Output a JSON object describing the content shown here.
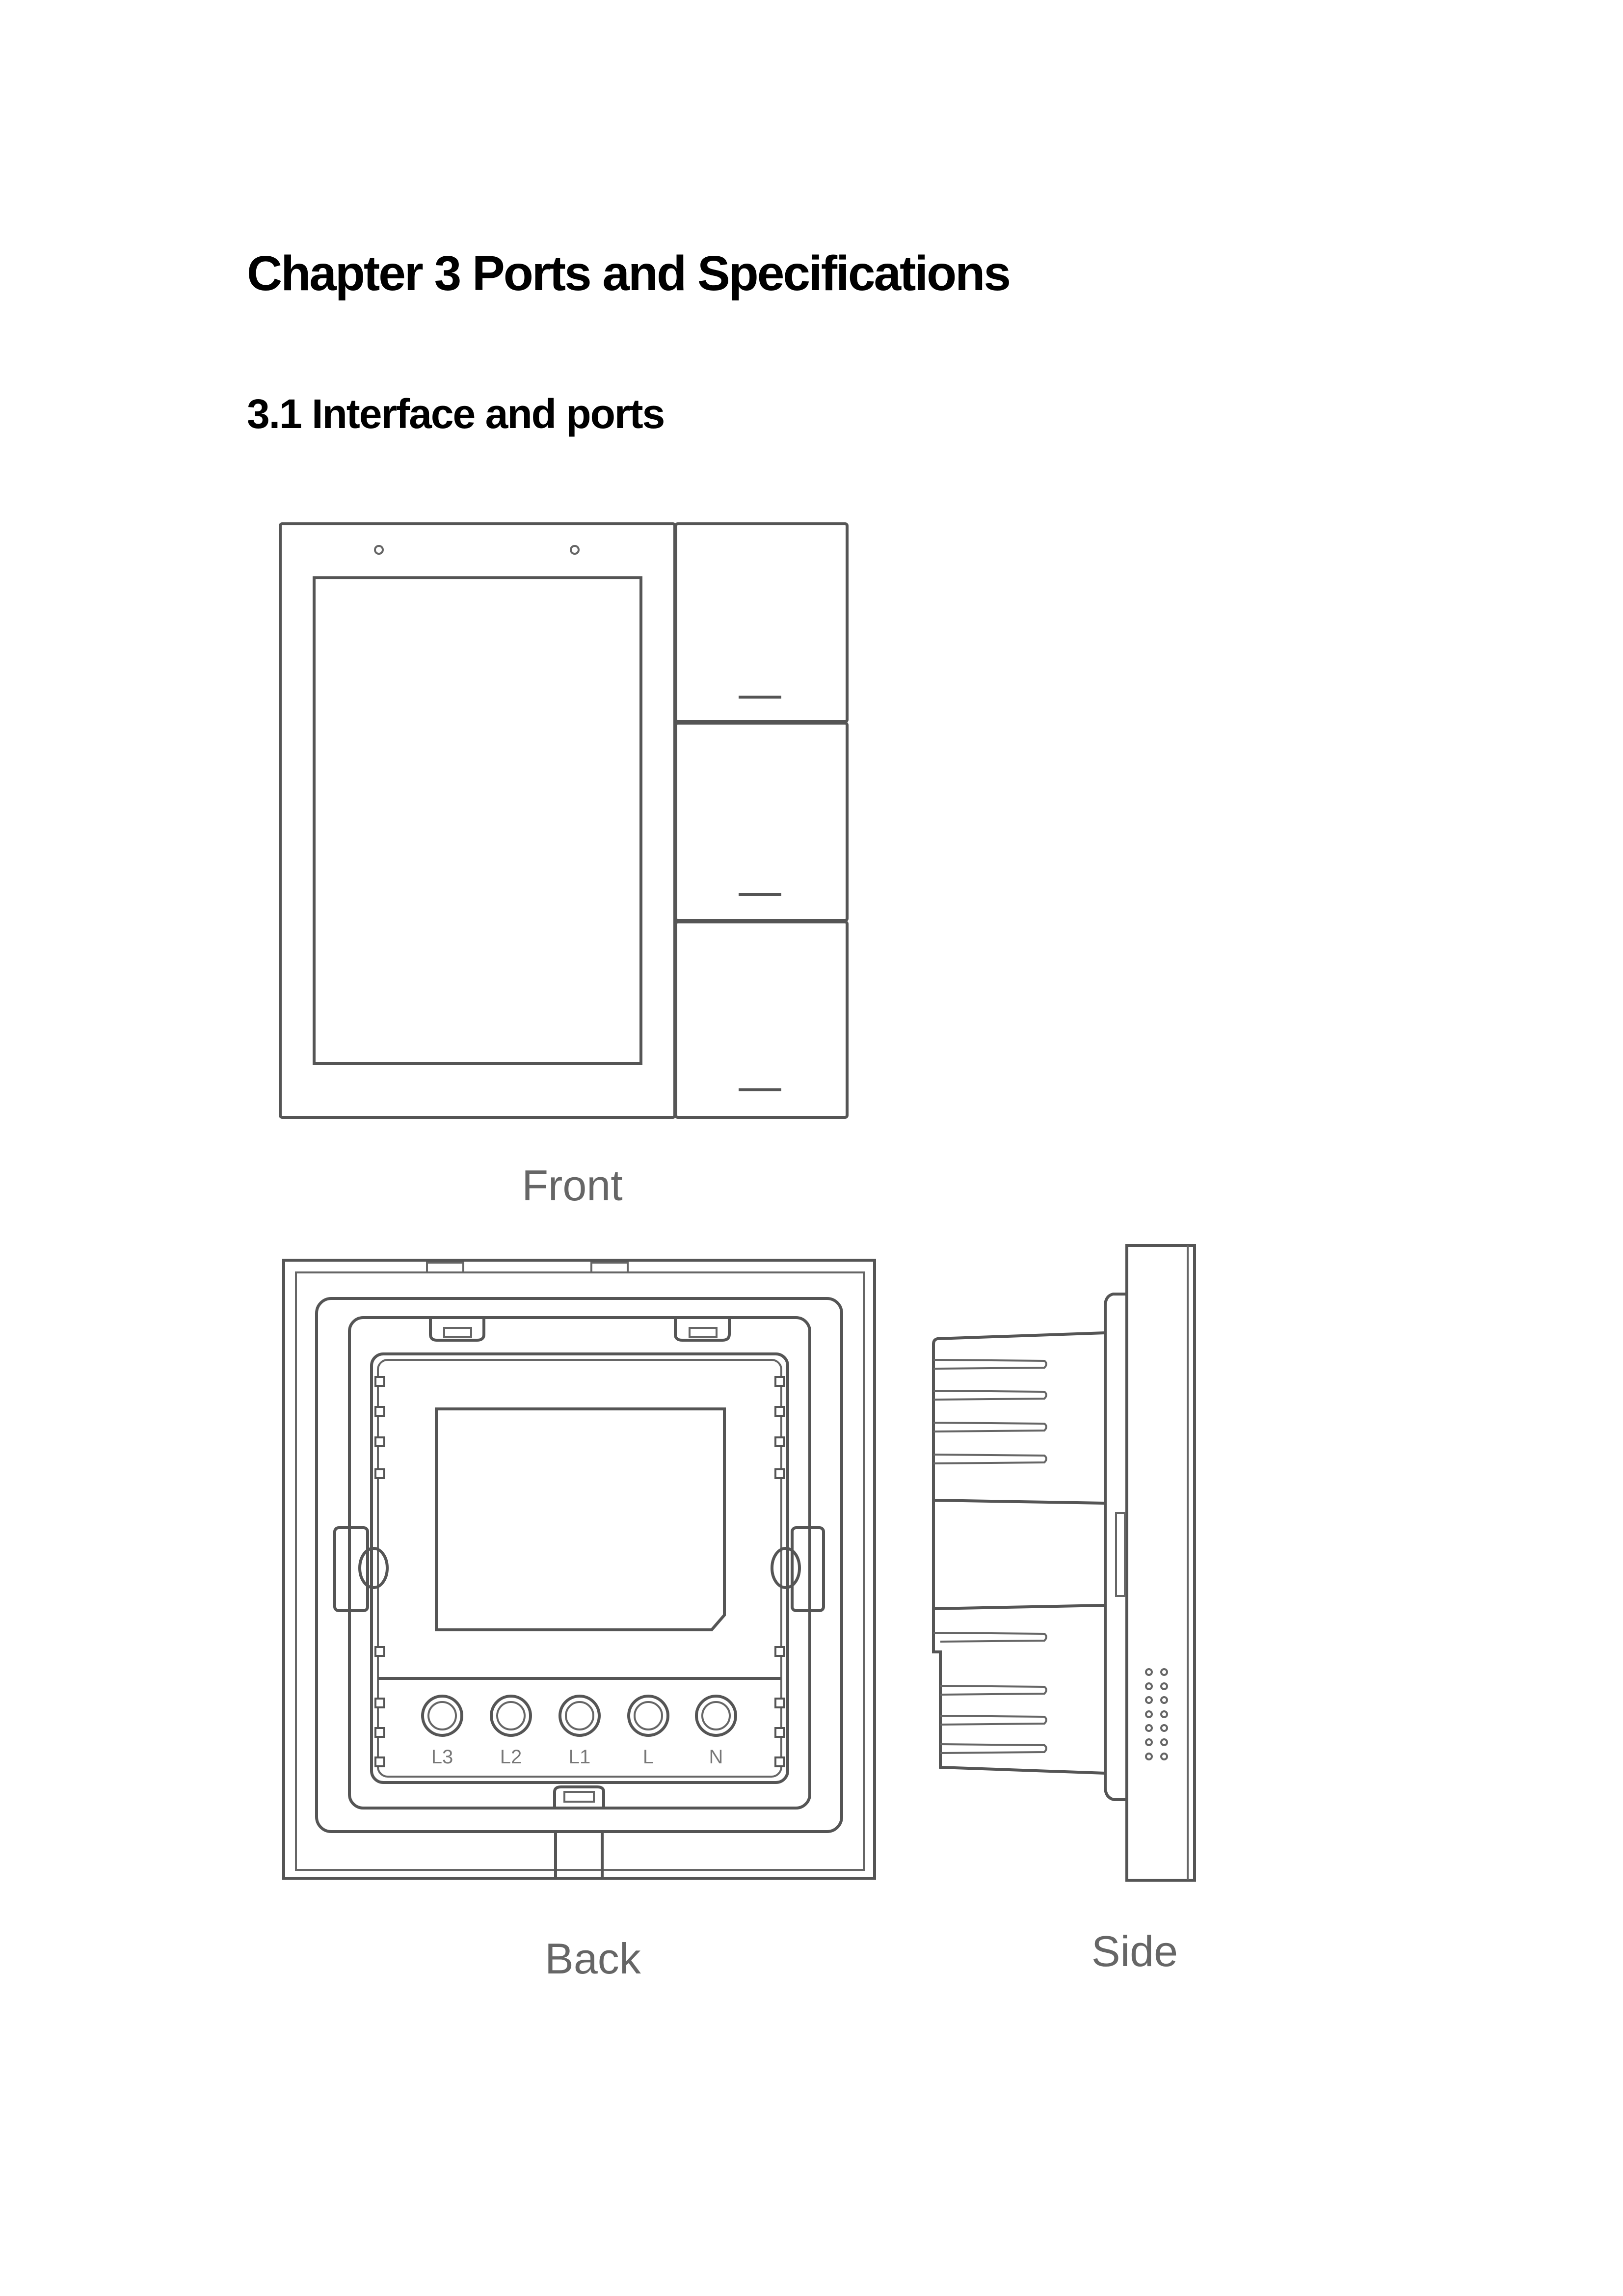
{
  "chapter_title": "Chapter 3 Ports and Specifications",
  "section_title": "3.1 Interface and ports",
  "figures": {
    "front_label": "Front",
    "back_label": "Back",
    "side_label": "Side",
    "terminals": [
      "L3",
      "L2",
      "L1",
      "L",
      "N"
    ]
  }
}
